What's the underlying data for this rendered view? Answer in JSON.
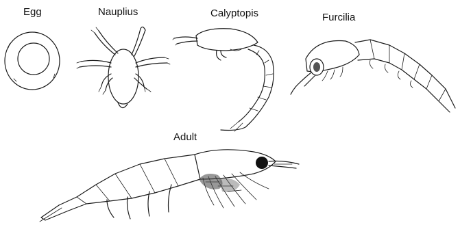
{
  "figure": {
    "stages": [
      {
        "id": "egg",
        "label": "Egg",
        "icon": "egg-icon"
      },
      {
        "id": "nauplius",
        "label": "Nauplius",
        "icon": "nauplius-larva-icon"
      },
      {
        "id": "calyptopis",
        "label": "Calyptopis",
        "icon": "calyptopis-larva-icon"
      },
      {
        "id": "furcilia",
        "label": "Furcilia",
        "icon": "furcilia-larva-icon"
      },
      {
        "id": "adult",
        "label": "Adult",
        "icon": "adult-krill-icon"
      }
    ],
    "colors": {
      "line": "#1a1a1a",
      "background": "#ffffff",
      "eye": "#111111"
    }
  }
}
